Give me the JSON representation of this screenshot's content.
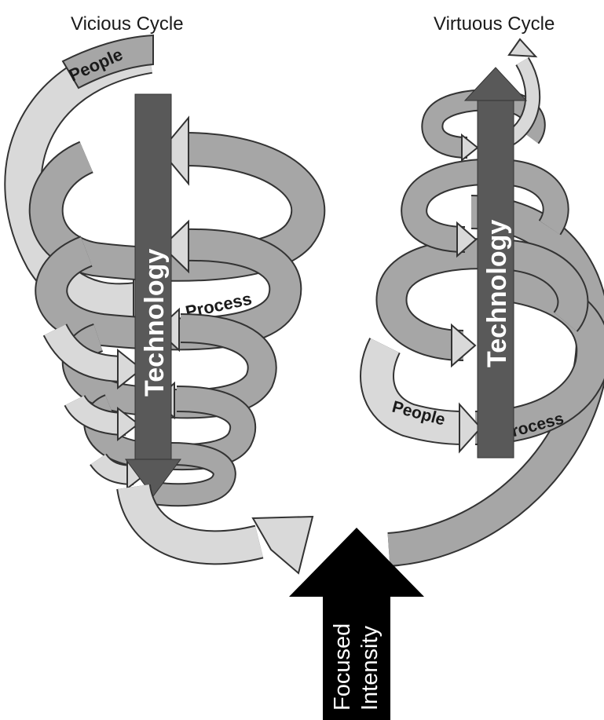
{
  "titles": {
    "vicious": "Vicious Cycle",
    "virtuous": "Virtuous Cycle"
  },
  "vicious": {
    "people_label": "People",
    "process_label": "Process",
    "technology_label": "Technology"
  },
  "virtuous": {
    "people_label": "People",
    "process_label": "Process",
    "technology_label": "Technology"
  },
  "focus": {
    "line1": "Focused",
    "line2": "Intensity"
  },
  "colors": {
    "ribbon_light": "#d9d9d9",
    "ribbon_mid": "#a6a6a6",
    "ribbon_outline": "#333333",
    "technology_bar": "#595959",
    "focus_arrow": "#000000"
  }
}
